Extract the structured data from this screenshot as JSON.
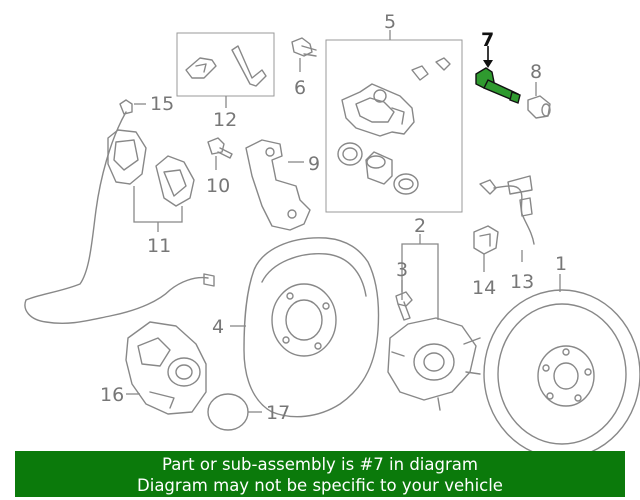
{
  "callouts": [
    {
      "id": "1",
      "text": "1"
    },
    {
      "id": "2",
      "text": "2"
    },
    {
      "id": "3",
      "text": "3"
    },
    {
      "id": "4",
      "text": "4"
    },
    {
      "id": "5",
      "text": "5"
    },
    {
      "id": "6",
      "text": "6"
    },
    {
      "id": "7",
      "text": "7"
    },
    {
      "id": "8",
      "text": "8"
    },
    {
      "id": "9",
      "text": "9"
    },
    {
      "id": "10",
      "text": "10"
    },
    {
      "id": "11",
      "text": "11"
    },
    {
      "id": "12",
      "text": "12"
    },
    {
      "id": "13",
      "text": "13"
    },
    {
      "id": "14",
      "text": "14"
    },
    {
      "id": "15",
      "text": "15"
    },
    {
      "id": "16",
      "text": "16"
    },
    {
      "id": "17",
      "text": "17"
    }
  ],
  "highlight": {
    "callout": "7",
    "color": "#2f9a2f"
  },
  "banner": {
    "line1": "Part or sub-assembly is #7 in diagram",
    "line2": "Diagram may not be specific to your vehicle",
    "background": "#0b7a0b",
    "text_color": "#ffffff"
  }
}
